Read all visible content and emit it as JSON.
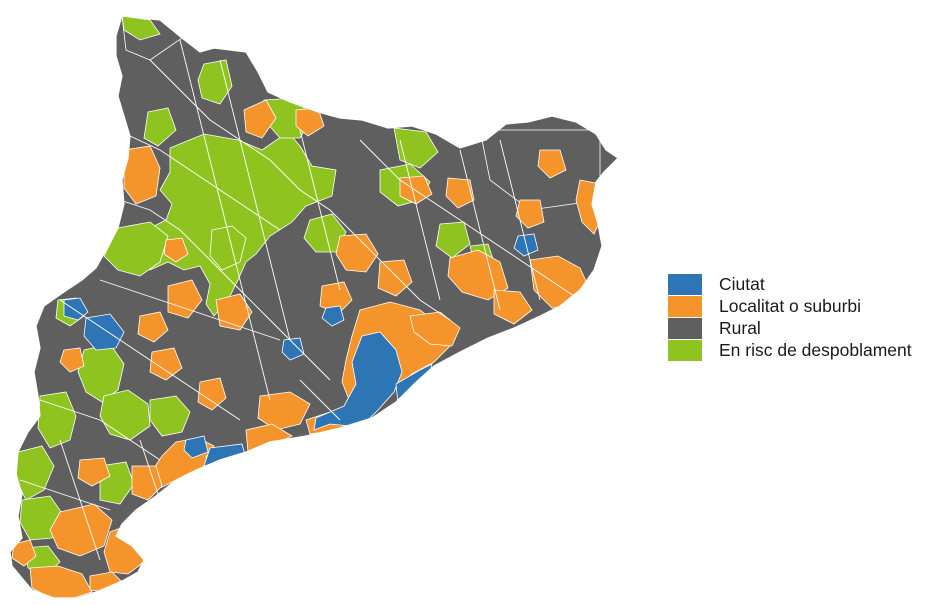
{
  "legend": {
    "items": [
      {
        "key": "ciutat",
        "label": "Ciutat",
        "color": "#2e75b6"
      },
      {
        "key": "localitat",
        "label": "Localitat o suburbi",
        "color": "#f5942a"
      },
      {
        "key": "rural",
        "label": "Rural",
        "color": "#5f5f5f"
      },
      {
        "key": "despoblament",
        "label": "En risc de despoblament",
        "color": "#8fc31f"
      }
    ]
  },
  "map": {
    "region_colors": {
      "ciutat": "#2e75b6",
      "localitat": "#f5942a",
      "rural": "#5f5f5f",
      "despoblament": "#8fc31f",
      "border": "#ffffff"
    }
  }
}
